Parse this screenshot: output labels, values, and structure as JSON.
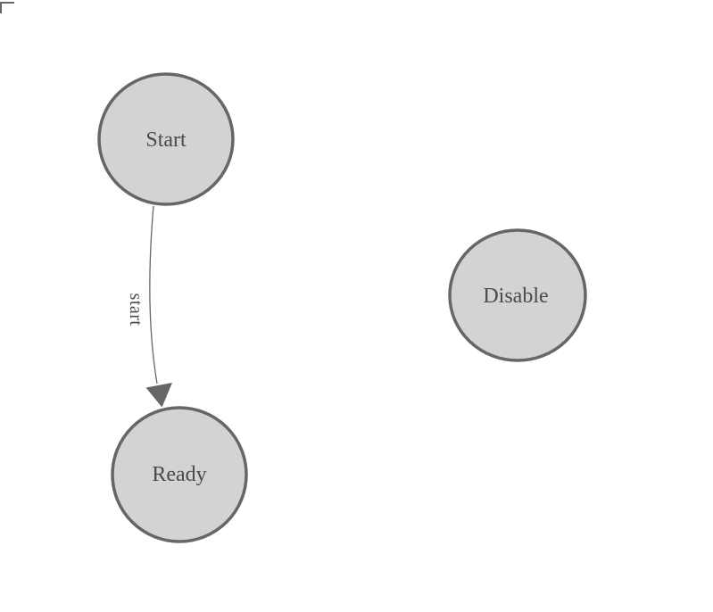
{
  "page": {
    "background": "#ffffff"
  },
  "diagram": {
    "type": "state-diagram",
    "colors": {
      "node_fill": "#d3d3d3",
      "node_border": "#666666",
      "label_text": "#4a4a4a",
      "edge": "#666666",
      "corner_mark": "#666666"
    },
    "nodes": [
      {
        "id": "start",
        "label": "Start"
      },
      {
        "id": "ready",
        "label": "Ready"
      },
      {
        "id": "disable",
        "label": "Disable"
      }
    ],
    "edges": [
      {
        "id": "start-to-ready",
        "from": "Start",
        "to": "Ready",
        "label": "start"
      }
    ]
  }
}
